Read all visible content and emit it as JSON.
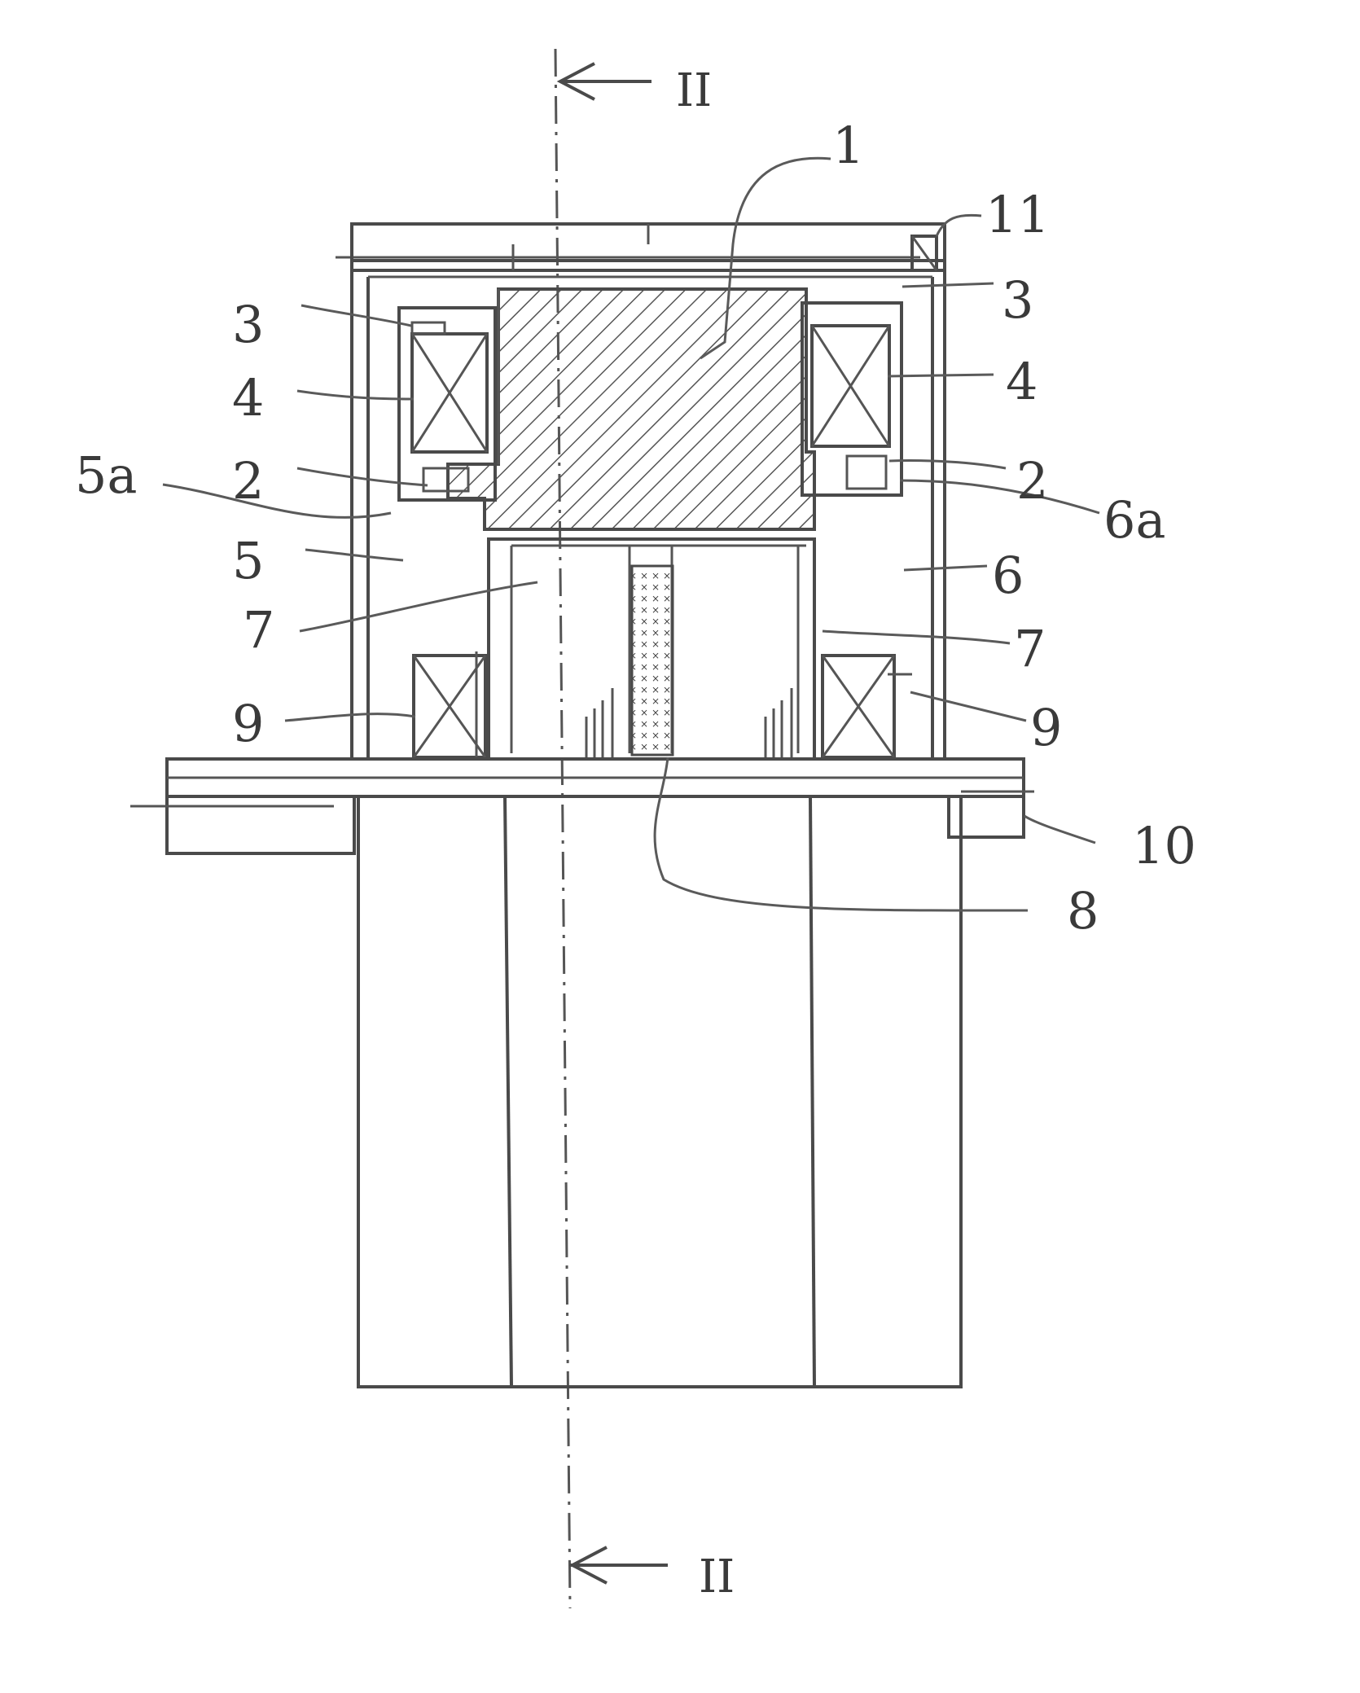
{
  "section_marks": {
    "top": "II",
    "bottom": "II"
  },
  "labels": {
    "l1": "1",
    "l11": "11",
    "l3_left": "3",
    "l3_right": "3",
    "l4_left": "4",
    "l4_right": "4",
    "l2_left": "2",
    "l2_right": "2",
    "l5a": "5a",
    "l6a": "6a",
    "l5": "5",
    "l6": "6",
    "l7_left": "7",
    "l7_right": "7",
    "l9_left": "9",
    "l9_right": "9",
    "l10": "10",
    "l8": "8"
  }
}
